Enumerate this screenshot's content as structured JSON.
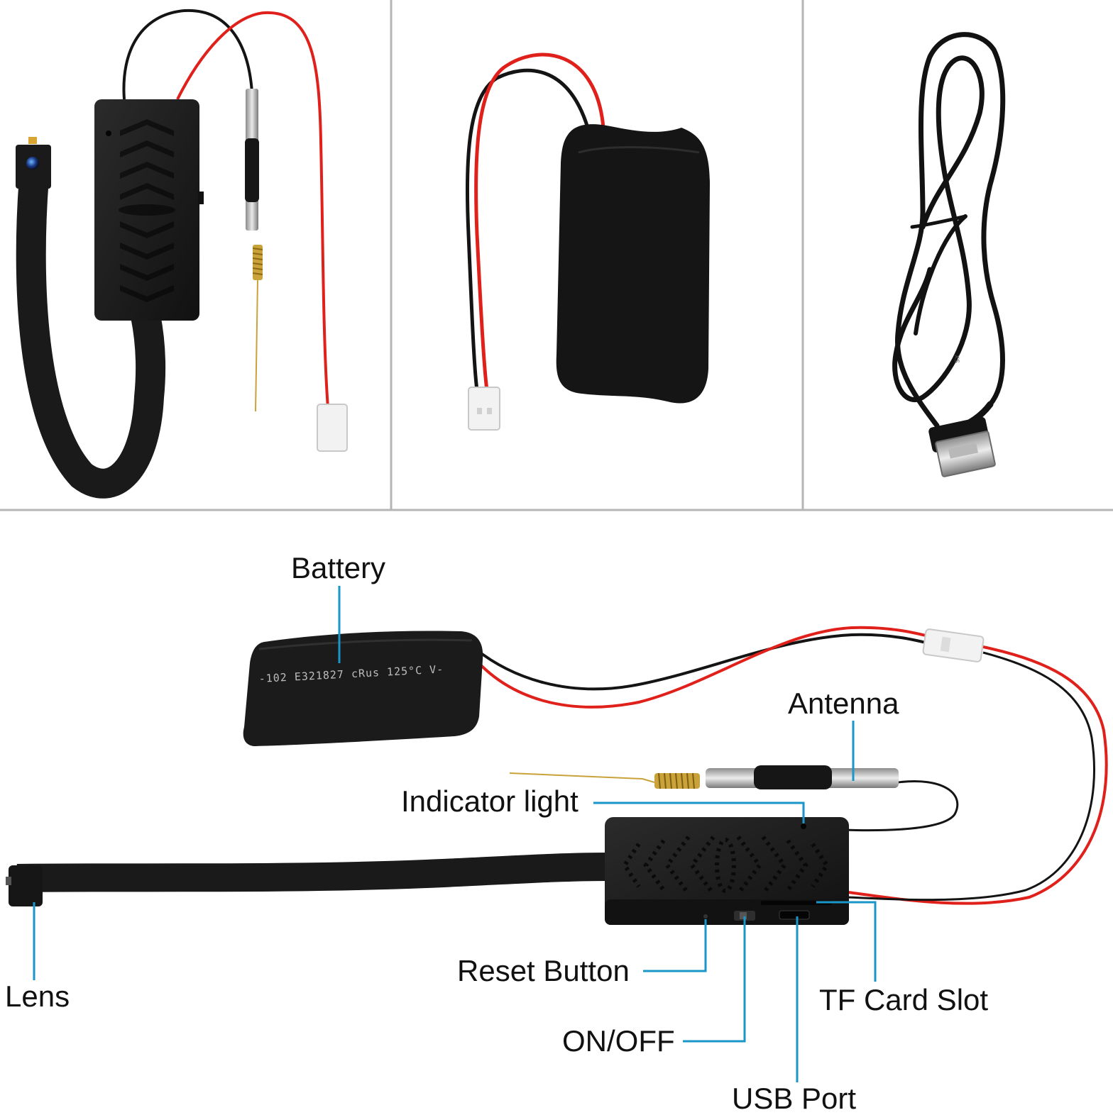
{
  "colors": {
    "leader_line": "#1a96c8",
    "divider": "#b5b5b5",
    "wire_red": "#e0201a",
    "wire_black": "#141414",
    "device_body": "#1c1c1c",
    "connector": "#f2f2f2"
  },
  "battery_print": {
    "text": "-102  E321827  cRus  125°C  V-"
  },
  "cable_print": {
    "text": "XS"
  },
  "callouts": {
    "battery": "Battery",
    "antenna": "Antenna",
    "indicator_light": "Indicator light",
    "lens": "Lens",
    "reset_button": "Reset Button",
    "on_off": "ON/OFF",
    "tf_card_slot": "TF Card Slot",
    "usb_port": "USB Port"
  }
}
